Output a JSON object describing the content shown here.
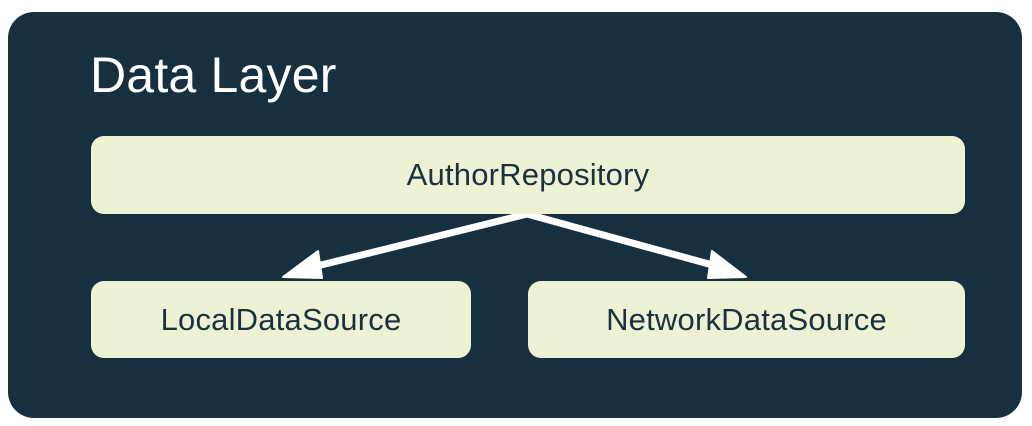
{
  "diagram": {
    "title": "Data Layer",
    "type": "architecture-layer-diagram",
    "colors": {
      "container_background": "#17303f",
      "node_background": "#eef2d4",
      "node_text": "#1b3040",
      "title_text": "#ffffff",
      "edge": "#ffffff",
      "canvas": "#ffffff"
    },
    "nodes": [
      {
        "id": "repository",
        "label": "AuthorRepository",
        "role": "repository"
      },
      {
        "id": "local",
        "label": "LocalDataSource",
        "role": "data-source"
      },
      {
        "id": "network",
        "label": "NetworkDataSource",
        "role": "data-source"
      }
    ],
    "edges": [
      {
        "from": "repository",
        "to": "local",
        "arrow": "single"
      },
      {
        "from": "repository",
        "to": "network",
        "arrow": "single"
      }
    ]
  }
}
